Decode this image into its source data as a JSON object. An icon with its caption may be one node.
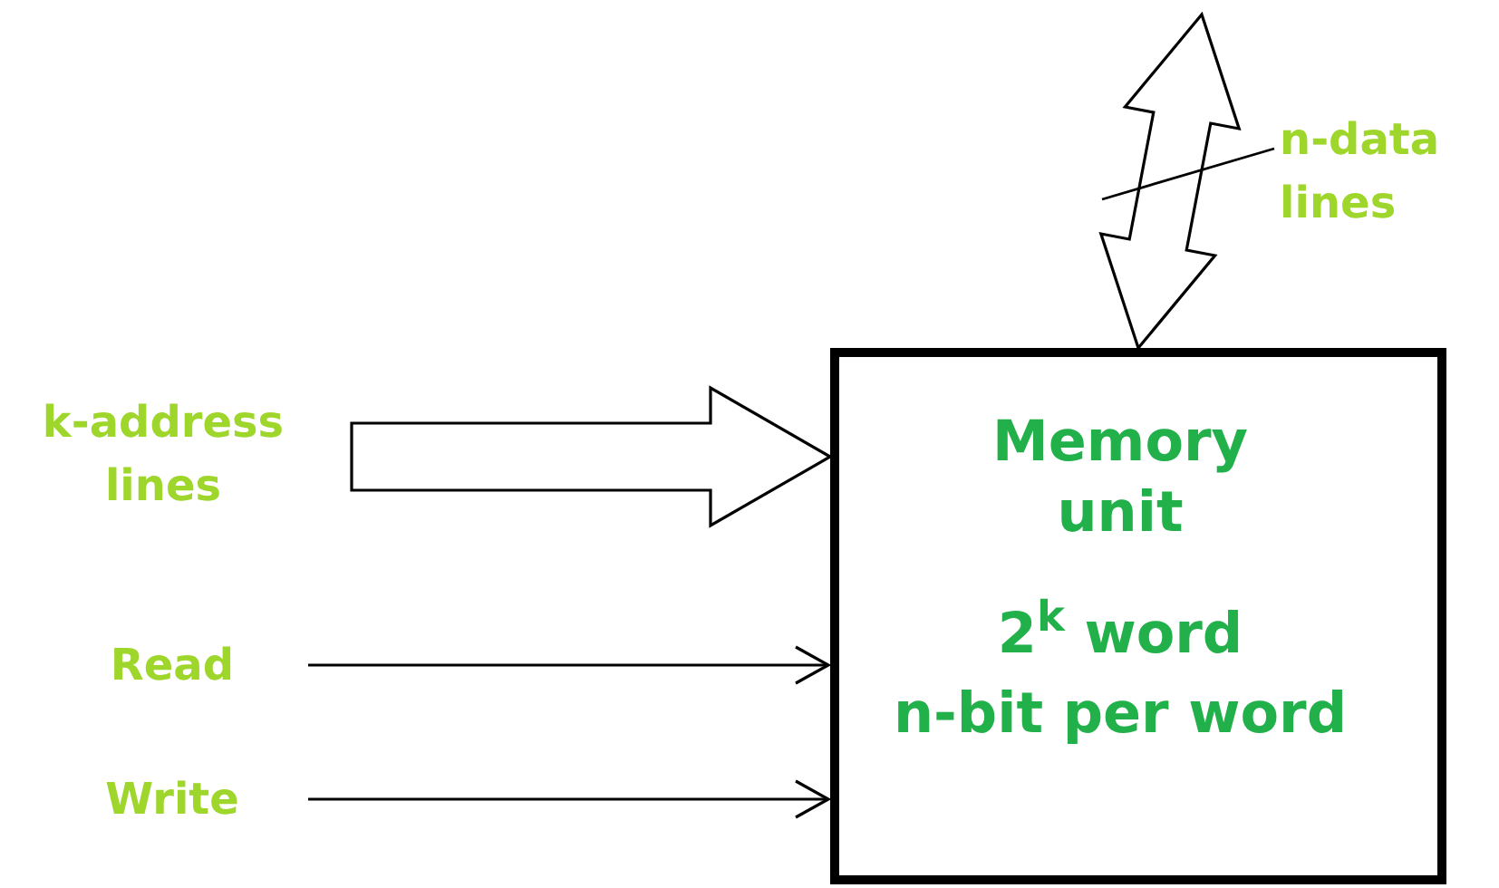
{
  "diagram": {
    "nodes": [
      {
        "text": [
          "Memory unit",
          "2$^{k}$ word",
          "n-bit per word"
        ]
      },
      {
        "text": [
          "k-address lines"
        ]
      },
      {
        "text": [
          "Read"
        ]
      },
      {
        "text": [
          "Write"
        ]
      }
    ],
    "edges": [
      {
        "from": 1,
        "to": 0,
        "arrow": "to",
        "style": "thick"
      },
      {
        "from": 2,
        "to": 0,
        "arrow": "to"
      },
      {
        "from": 3,
        "to": 0,
        "arrow": "to"
      },
      {
        "from": null,
        "to": 0,
        "arrow": "both",
        "style": "thick"
      }
    ],
    "labels": [
      "n-data lines"
    ]
  }
}
